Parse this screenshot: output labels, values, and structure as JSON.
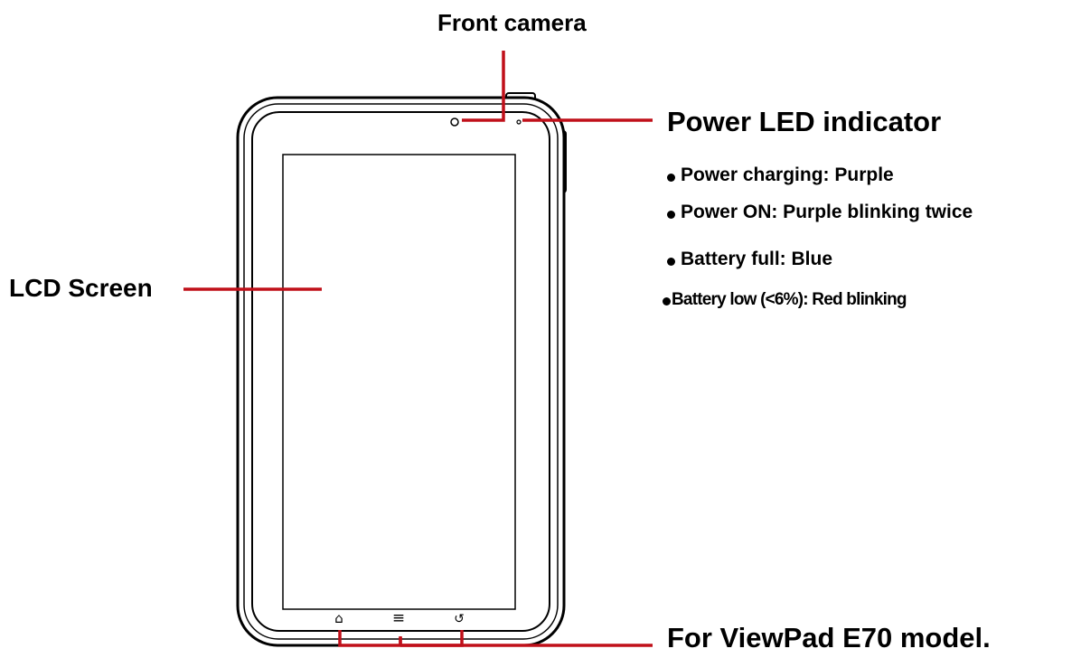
{
  "labels": {
    "front_camera": "Front camera",
    "power_led": "Power LED indicator",
    "lcd_screen": "LCD Screen",
    "model_note": "For ViewPad E70 model."
  },
  "led_states": [
    {
      "text": "Power charging: Purple"
    },
    {
      "text": "Power ON: Purple blinking twice"
    },
    {
      "text": "Battery full: Blue"
    },
    {
      "text": "Battery low (<6%): Red blinking"
    }
  ],
  "buttons": {
    "home": "⌂",
    "menu": "≡",
    "back": "↺"
  },
  "colors": {
    "callout_line": "#c0101a",
    "outline": "#000000"
  }
}
